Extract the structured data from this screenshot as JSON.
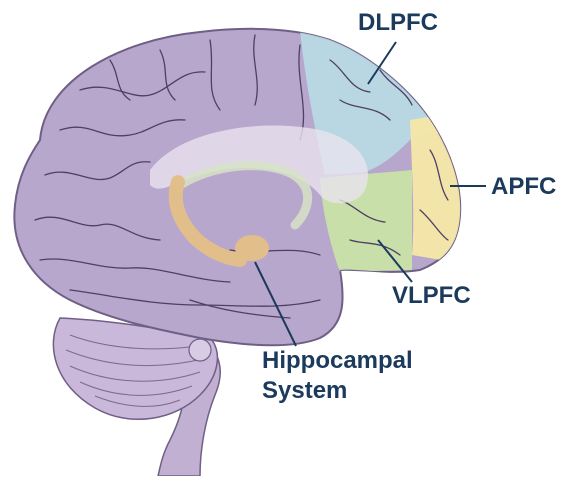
{
  "labels": {
    "dlpfc": "DLPFC",
    "apfc": "APFC",
    "vlpfc": "VLPFC",
    "hippocampal_line1": "Hippocampal",
    "hippocampal_line2": "System"
  },
  "colors": {
    "label_text": "#1b3a5c",
    "leader_line": "#1b3a5c",
    "cortex": "#b8a7cc",
    "cortex_outline": "#6f5f86",
    "sulci": "#4e3f63",
    "dlpfc_region": "#b9dde6",
    "apfc_region": "#f6e7a6",
    "vlpfc_region": "#c9e2a8",
    "hippocampus": "#e2bf8a",
    "corpus_callosum": "#e9e3ef",
    "cerebellum": "#c9b8d9",
    "brainstem": "#c2b0d3"
  }
}
